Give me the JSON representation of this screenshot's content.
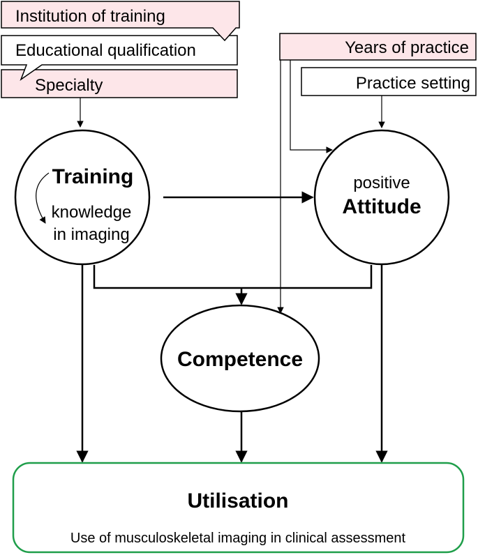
{
  "boxes": {
    "institution": "Institution of training",
    "qualification": "Educational qualification",
    "specialty": "Specialty",
    "years": "Years of practice",
    "setting": "Practice setting"
  },
  "nodes": {
    "training_title": "Training",
    "training_sub1": "knowledge",
    "training_sub2": "in imaging",
    "attitude_pre": "positive",
    "attitude_title": "Attitude",
    "competence_title": "Competence"
  },
  "outcome": {
    "title": "Utilisation",
    "subtitle": "Use of musculoskeletal imaging in clinical assessment"
  },
  "colors": {
    "pink_box": "#fde6e9",
    "outcome_border": "#1f9e4a",
    "stroke": "#000000"
  }
}
